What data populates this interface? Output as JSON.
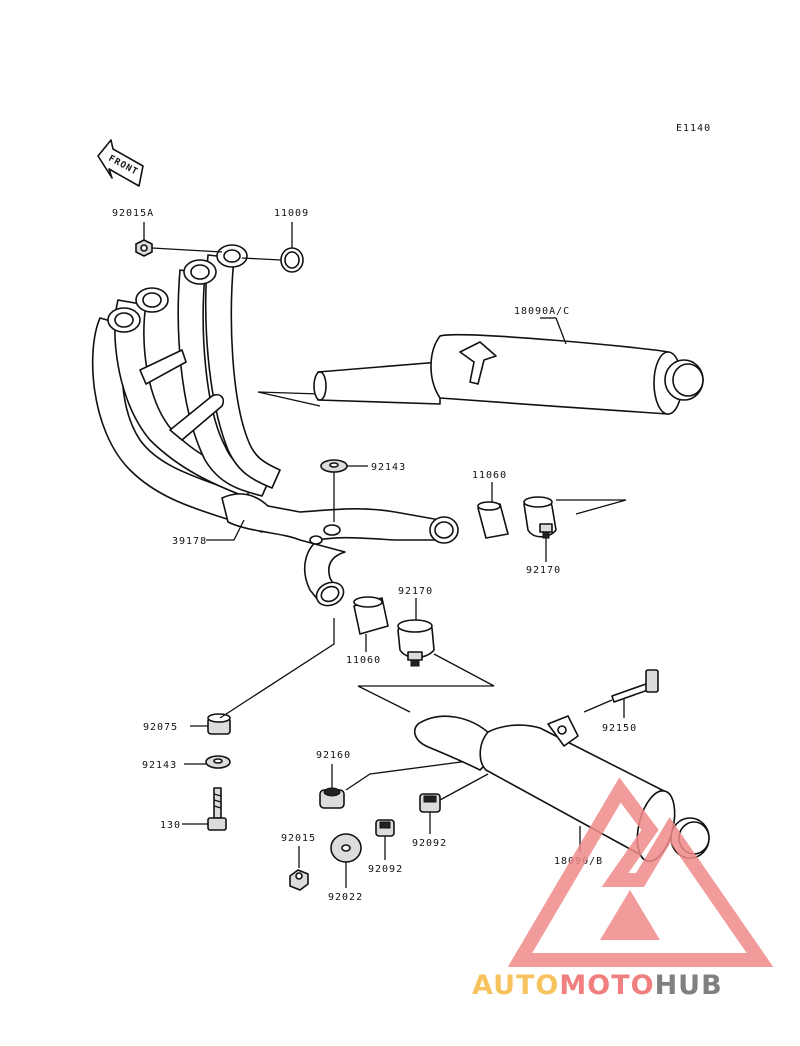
{
  "diagram_code": "E1140",
  "front_label": "FRONT",
  "parts": {
    "p92015A": "92015A",
    "p11009": "11009",
    "p18090AC": "18090A/C",
    "p92143_top": "92143",
    "p11060_top": "11060",
    "p39178": "39178",
    "p92170_right": "92170",
    "p92170_mid": "92170",
    "p11060_mid": "11060",
    "p92075": "92075",
    "p92150": "92150",
    "p92143_bot": "92143",
    "p92160": "92160",
    "p130": "130",
    "p92015": "92015",
    "p92092_a": "92092",
    "p92092_b": "92092",
    "p92022": "92022",
    "p18090B": "18090/B"
  },
  "watermark": {
    "part1": "AUTO",
    "part2": "MOTO",
    "part3": "HUB",
    "colors": {
      "auto": "#f5b942",
      "moto": "#ee6a6a",
      "hub": "#6a6a6a",
      "triangle": "#f08a8a"
    }
  }
}
